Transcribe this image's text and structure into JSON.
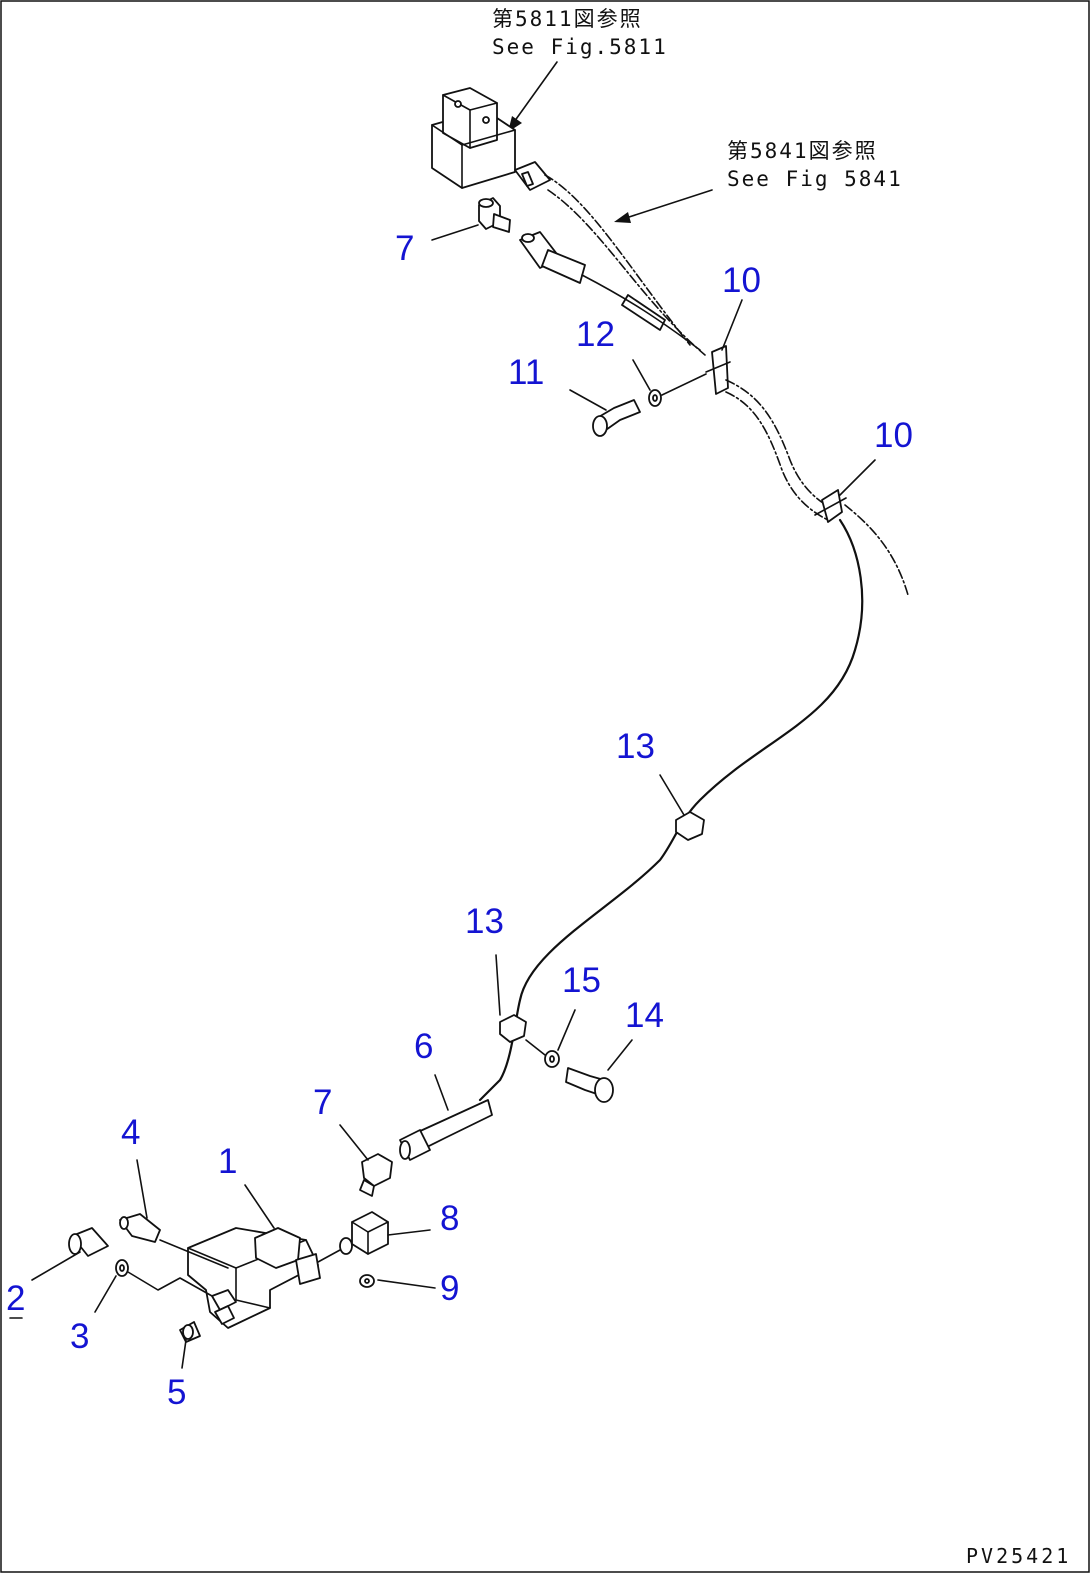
{
  "references": [
    {
      "jp": "第5811図参照",
      "en": "See Fig.5811"
    },
    {
      "jp": "第5841図参照",
      "en": "See Fig 5841"
    }
  ],
  "callouts": [
    "7",
    "10",
    "12",
    "11",
    "10",
    "13",
    "13",
    "15",
    "14",
    "6",
    "7",
    "4",
    "1",
    "8",
    "2",
    "3",
    "9",
    "5"
  ],
  "drawing_code": "PV25421",
  "colors": {
    "callout": "#1414d2",
    "line": "#111111",
    "background": "#ffffff"
  }
}
